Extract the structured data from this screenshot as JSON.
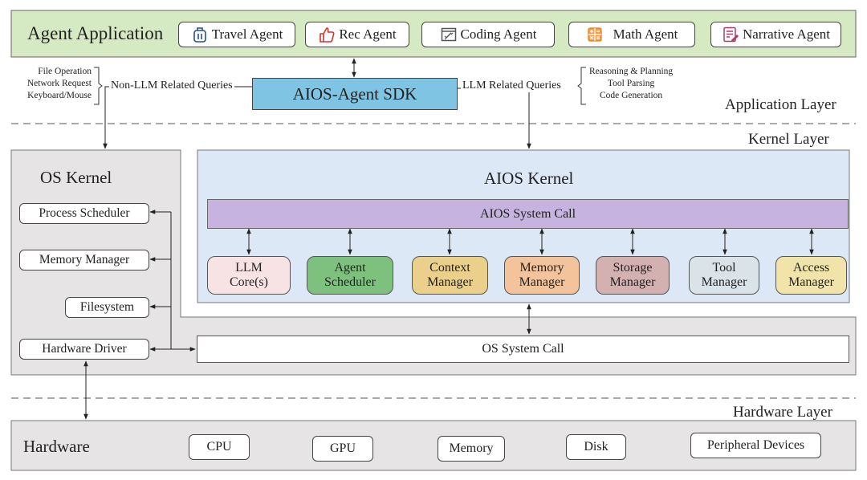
{
  "application": {
    "title": "Agent Application",
    "agents": [
      {
        "label": "Travel Agent",
        "icon": "luggage-icon"
      },
      {
        "label": "Rec Agent",
        "icon": "thumbs-up-icon"
      },
      {
        "label": "Coding Agent",
        "icon": "code-window-icon"
      },
      {
        "label": "Math Agent",
        "icon": "calculator-icon"
      },
      {
        "label": "Narrative Agent",
        "icon": "document-edit-icon"
      }
    ],
    "sdk": "AIOS-Agent SDK",
    "non_llm_label": "Non-LLM Related Queries",
    "non_llm_items": [
      "File Operation",
      "Network Request",
      "Keyboard/Mouse"
    ],
    "llm_label": "LLM Related Queries",
    "llm_items": [
      "Reasoning & Planning",
      "Tool Parsing",
      "Code Generation"
    ],
    "layer_label": "Application Layer"
  },
  "kernel": {
    "layer_label": "Kernel Layer",
    "os_kernel": {
      "title": "OS Kernel",
      "modules": [
        "Process Scheduler",
        "Memory Manager",
        "Filesystem",
        "Hardware Driver"
      ],
      "syscall": "OS System Call"
    },
    "aios_kernel": {
      "title": "AIOS Kernel",
      "syscall": "AIOS System Call",
      "modules": [
        {
          "lines": [
            "LLM",
            "Core(s)"
          ],
          "color": "#f7e3e3"
        },
        {
          "lines": [
            "Agent",
            "Scheduler"
          ],
          "color": "#7ec17e"
        },
        {
          "lines": [
            "Context",
            "Manager"
          ],
          "color": "#ead08a"
        },
        {
          "lines": [
            "Memory",
            "Manager"
          ],
          "color": "#f3c39b"
        },
        {
          "lines": [
            "Storage",
            "Manager"
          ],
          "color": "#d4b1b1"
        },
        {
          "lines": [
            "Tool",
            "Manager"
          ],
          "color": "#d9e3e8"
        },
        {
          "lines": [
            "Access",
            "Manager"
          ],
          "color": "#f1e4ab"
        }
      ]
    }
  },
  "hardware": {
    "layer_label": "Hardware Layer",
    "title": "Hardware",
    "items": [
      "CPU",
      "GPU",
      "Memory",
      "Disk",
      "Peripheral Devices"
    ]
  },
  "colors": {
    "app_bg": "#d5e9c3",
    "sdk_bg": "#7fc4e3",
    "aios_kernel_bg": "#dde8f6",
    "syscall_bg": "#c6b3e0",
    "gray_bg": "#e6e4e4"
  }
}
